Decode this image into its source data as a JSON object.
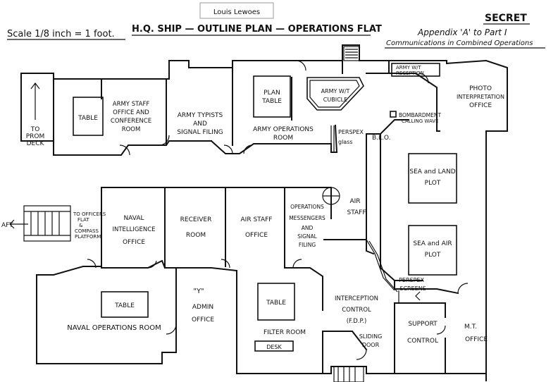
{
  "header": {
    "stamp": "Louis Lewoes",
    "scale": "Scale 1/8 inch = 1 foot.",
    "title": "H.Q. SHIP — OUTLINE PLAN — OPERATIONS FLAT",
    "classification": "SECRET",
    "appendix": "Appendix 'A' to Part I",
    "subtitle": "Communications in Combined Operations"
  },
  "labels": {
    "to_prom_deck": [
      "TO",
      "PROM",
      "DECK"
    ],
    "aft": "AFT",
    "to_officers_flat": [
      "TO OFFICERS",
      "FLAT",
      "&",
      "COMPASS",
      "PLATFORM"
    ],
    "army_wt_reception": [
      "ARMY W/T",
      "RECEPTION"
    ],
    "photo_interp": [
      "PHOTO",
      "INTERPRETATION",
      "OFFICE"
    ],
    "plan_table": [
      "PLAN",
      "TABLE"
    ],
    "army_wt_cubicle": [
      "ARMY W/T",
      "CUBICLE"
    ],
    "table_left": "TABLE",
    "army_staff": [
      "ARMY STAFF",
      "OFFICE AND",
      "CONFERENCE",
      "ROOM"
    ],
    "army_typists": [
      "ARMY TYPISTS",
      "AND",
      "SIGNAL FILING"
    ],
    "army_ops": [
      "ARMY  OPERATIONS",
      "ROOM"
    ],
    "bombardment": [
      "BOMBARDMENT",
      "CALLING WAVE"
    ],
    "perspex_glass": [
      "PERSPEX",
      "glass"
    ],
    "blo": "B.L.O.",
    "sea_land": [
      "SEA and LAND",
      "PLOT"
    ],
    "sea_air": [
      "SEA and AIR",
      "PLOT"
    ],
    "naval_intel": [
      "NAVAL",
      "INTELLIGENCE",
      "OFFICE"
    ],
    "receiver": [
      "RECEIVER",
      "ROOM"
    ],
    "air_staff_office": [
      "AIR STAFF",
      "OFFICE"
    ],
    "ops_messengers": [
      "OPERATIONS",
      "MESSENGERS",
      "AND",
      "SIGNAL",
      "FILING"
    ],
    "air_staff": [
      "AIR",
      "STAFF"
    ],
    "table_naval": "TABLE",
    "naval_ops": "NAVAL OPERATIONS ROOM",
    "y_admin": [
      "\"Y\"",
      "ADMIN",
      "OFFICE"
    ],
    "table_filter": "TABLE",
    "filter_room": "FILTER ROOM",
    "desk": "DESK",
    "interception": [
      "INTERCEPTION",
      "CONTROL",
      "(F.D.P.)"
    ],
    "sliding_door": [
      "SLIDING",
      "DOOR"
    ],
    "perspex_screens": [
      "PERSPEX",
      "SCREENS"
    ],
    "support_control": [
      "SUPPORT",
      "CONTROL"
    ],
    "mt_office": [
      "M.T.",
      "OFFICE"
    ]
  }
}
